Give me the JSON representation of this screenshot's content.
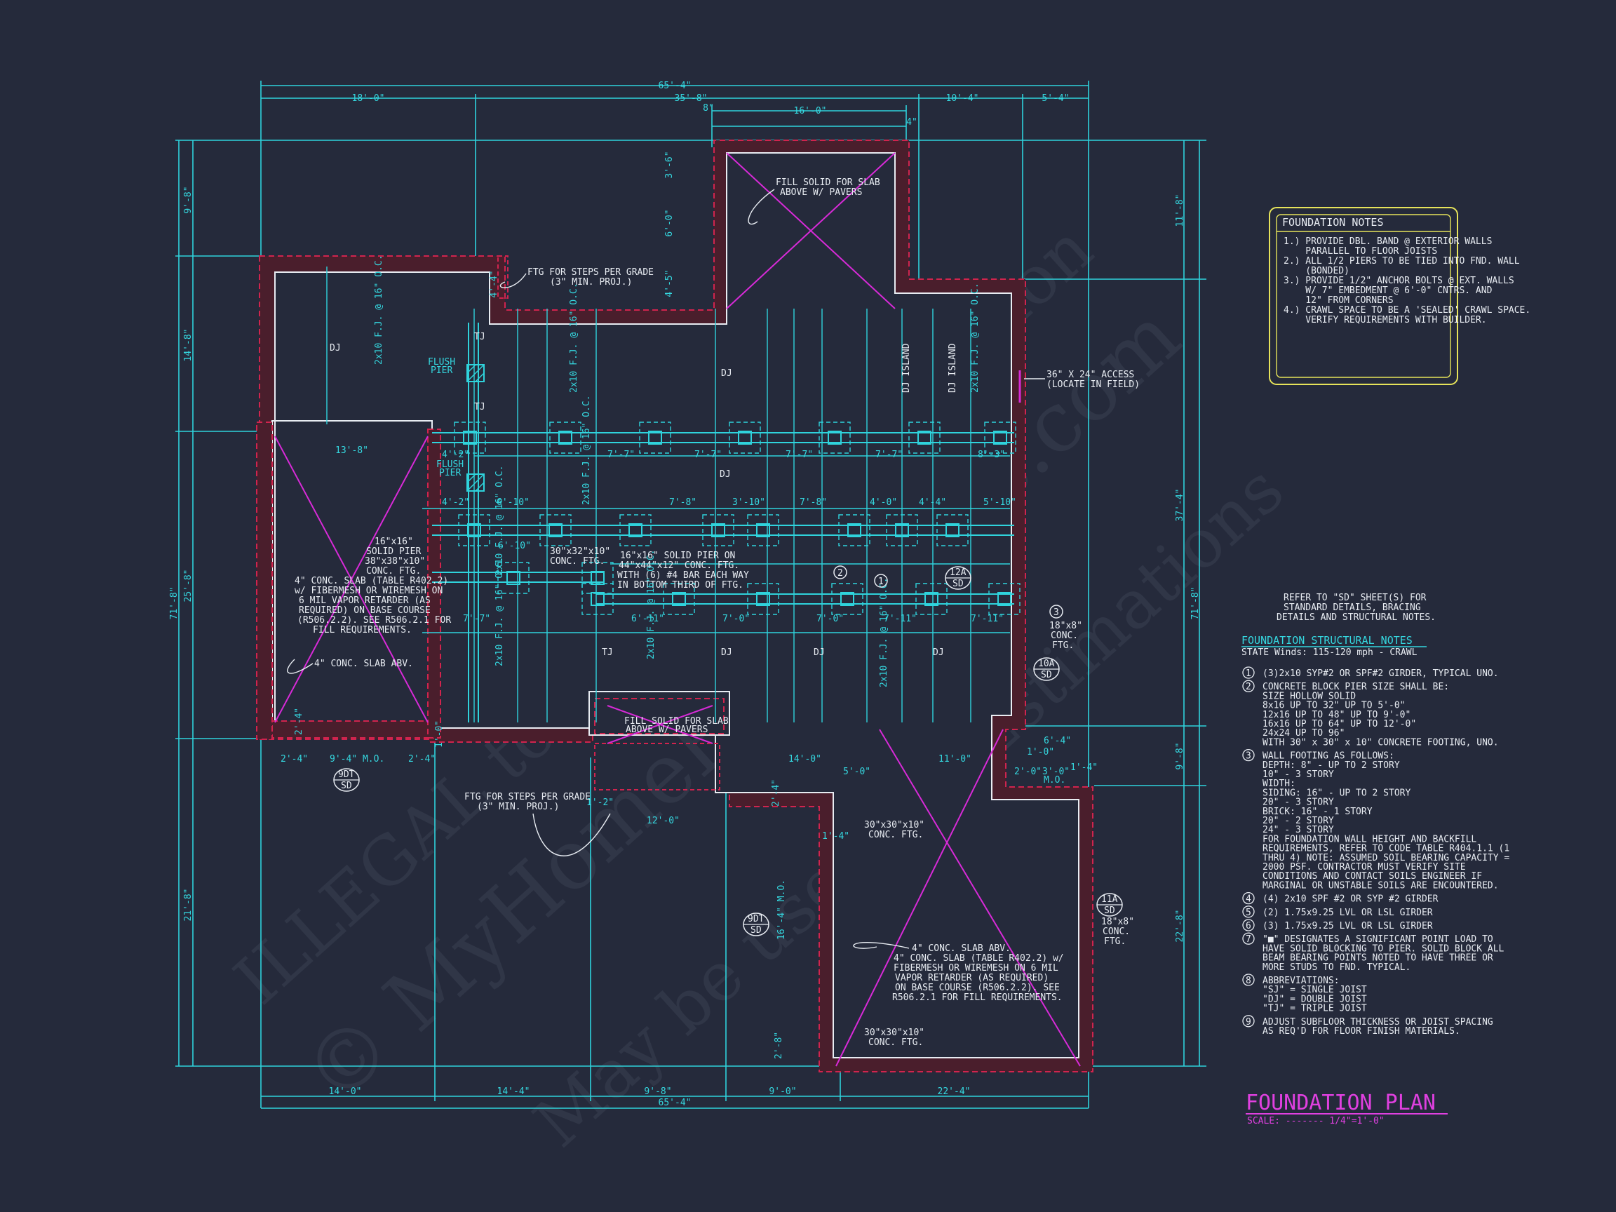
{
  "title": {
    "text": "FOUNDATION PLAN",
    "scale": "SCALE: ------- 1/4\"=1'-0\""
  },
  "watermark": {
    "line1": "© MyHomeFloorPlans.com",
    "line2": "ILLEGAL to use for Construction",
    "line3": "May be used for Estimations"
  },
  "foundation_notes": {
    "heading": "FOUNDATION NOTES",
    "lines": [
      "1.) PROVIDE DBL. BAND @ EXTERIOR WALLS",
      "    PARALLEL TO FLOOR JOISTS",
      "2.) ALL 1/2 PIERS TO BE TIED INTO FND. WALL",
      "    (BONDED)",
      "3.) PROVIDE 1/2\" ANCHOR BOLTS @ EXT. WALLS",
      "    W/ 7\" EMBEDMENT @ 6'-0\" CNTRS. AND",
      "    12\" FROM CORNERS",
      "4.) CRAWL SPACE TO BE A 'SEALED' CRAWL SPACE.",
      "    VERIFY REQUIREMENTS WITH BUILDER."
    ]
  },
  "refer_note": [
    "REFER TO \"SD\" SHEET(S) FOR",
    "STANDARD DETAILS, BRACING",
    "DETAILS AND STRUCTURAL NOTES."
  ],
  "structural_notes": {
    "heading": "FOUNDATION STRUCTURAL NOTES",
    "subheading": "STATE Winds: 115-120 mph - CRAWL",
    "lines": [
      {
        "mk": "1",
        "t": "(3)2x10 SYP#2 OR SPF#2 GIRDER, TYPICAL UNO."
      },
      {
        "mk": "2",
        "t": "CONCRETE BLOCK PIER SIZE SHALL BE:"
      },
      {
        "mk": "",
        "t": "SIZE        HOLLOW        SOLID"
      },
      {
        "mk": "",
        "t": "8x16        UP TO 32\"     UP TO 5'-0\""
      },
      {
        "mk": "",
        "t": "12x16       UP TO 48\"     UP TO 9'-0\""
      },
      {
        "mk": "",
        "t": "16x16       UP TO 64\"     UP TO 12'-0\""
      },
      {
        "mk": "",
        "t": "24x24       UP TO 96\""
      },
      {
        "mk": "",
        "t": "WITH 30\" x 30\" x 10\" CONCRETE FOOTING, UNO."
      },
      {
        "mk": "3",
        "t": "WALL FOOTING AS FOLLOWS:"
      },
      {
        "mk": "",
        "t": "DEPTH:    8\" - UP TO 2 STORY"
      },
      {
        "mk": "",
        "t": "          10\" - 3 STORY"
      },
      {
        "mk": "",
        "t": "WIDTH:"
      },
      {
        "mk": "",
        "t": "SIDING:   16\" - UP TO 2 STORY"
      },
      {
        "mk": "",
        "t": "          20\" - 3 STORY"
      },
      {
        "mk": "",
        "t": "BRICK:    16\" - 1 STORY"
      },
      {
        "mk": "",
        "t": "          20\" - 2 STORY"
      },
      {
        "mk": "",
        "t": "          24\" - 3 STORY"
      },
      {
        "mk": "",
        "t": "FOR FOUNDATION WALL HEIGHT AND BACKFILL"
      },
      {
        "mk": "",
        "t": "REQUIREMENTS, REFER TO CODE TABLE R404.1.1 (1"
      },
      {
        "mk": "",
        "t": "THRU 4) NOTE: ASSUMED SOIL BEARING CAPACITY ="
      },
      {
        "mk": "",
        "t": "2000 PSF. CONTRACTOR MUST VERIFY SITE"
      },
      {
        "mk": "",
        "t": "CONDITIONS AND CONTACT SOILS ENGINEER IF"
      },
      {
        "mk": "",
        "t": "MARGINAL OR UNSTABLE SOILS ARE ENCOUNTERED."
      },
      {
        "mk": "4",
        "t": "(4) 2x10 SPF #2 OR SYP #2 GIRDER"
      },
      {
        "mk": "5",
        "t": "(2) 1.75x9.25 LVL OR LSL GIRDER"
      },
      {
        "mk": "6",
        "t": "(3) 1.75x9.25 LVL OR LSL GIRDER"
      },
      {
        "mk": "7",
        "t": "\"■\" DESIGNATES A SIGNIFICANT POINT LOAD TO"
      },
      {
        "mk": "",
        "t": "HAVE SOLID BLOCKING TO PIER. SOLID BLOCK ALL"
      },
      {
        "mk": "",
        "t": "BEAM BEARING POINTS NOTED TO HAVE THREE OR"
      },
      {
        "mk": "",
        "t": "MORE STUDS TO FND. TYPICAL."
      },
      {
        "mk": "8",
        "t": "ABBREVIATIONS:"
      },
      {
        "mk": "",
        "t": "\"SJ\" = SINGLE JOIST"
      },
      {
        "mk": "",
        "t": "\"DJ\" = DOUBLE JOIST"
      },
      {
        "mk": "",
        "t": "\"TJ\" = TRIPLE JOIST"
      },
      {
        "mk": "9",
        "t": "ADJUST SUBFLOOR THICKNESS OR JOIST SPACING"
      },
      {
        "mk": "",
        "t": "AS REQ'D FOR FLOOR FINISH MATERIALS."
      }
    ]
  },
  "dims": {
    "overall_top": "65'-4\"",
    "top_segments": [
      "18'-0\"",
      "35'-8\"",
      "10'-4\"",
      "5'-4\""
    ],
    "top_inner": [
      "8\"",
      "16'-0\"",
      "4\""
    ],
    "overall_bottom": "65'-4\"",
    "bottom_segments": [
      "14'-0\"",
      "14'-4\"",
      "9'-8\"",
      "9'-0\"",
      "22'-4\""
    ],
    "left_overall": "71'-8\"",
    "left_segments": [
      "9'-8\"",
      "14'-8\"",
      "25'-8\"",
      "21'-8\""
    ],
    "right_overall": "71'-8\"",
    "right_segments": [
      "11'-8\"",
      "37'-4\"",
      "9'-8\"",
      "22'-8\""
    ],
    "front_porch": [
      "3'-6\"",
      "6'-0\"",
      "4'-5\""
    ],
    "misc": [
      "4'-4\"",
      "2'-4\"",
      "13'-8\"",
      "9'-4\" M.O.",
      "2'-4\"",
      "1'-0\"",
      "2'-4\"",
      "12'-0\"",
      "1'-2\"",
      "14'-0\"",
      "11'-0\"",
      "5'-0\"",
      "2'-0\"",
      "3'-0\"",
      "1'-4\"",
      "6'-4\"",
      "1'-0\"",
      "M.O.",
      "16'-4\" M.O.",
      "2'-8\"",
      "1'-4\"",
      "2'-4\""
    ],
    "beam_spans": [
      "4'-2\"",
      "6'-10\"",
      "6'-10\"",
      "3'-10\"",
      "7'-8\"",
      "4'-0\"",
      "4'-4\"",
      "5'-10\"",
      "7'-7\"",
      "7'-7\"",
      "7'-7\"",
      "7'-7\"",
      "8'-3\"",
      "7'-7\"",
      "6'-11\"",
      "7'-0\"",
      "7'-0\"",
      "7'-11\"",
      "7'-11\"",
      "7'-8\"",
      "4'-2\""
    ]
  },
  "labels": {
    "steps_top": [
      "FTG FOR STEPS PER GRADE",
      "(3\" MIN. PROJ.)"
    ],
    "steps_bottom": [
      "FTG FOR STEPS PER GRADE",
      "(3\" MIN. PROJ.)"
    ],
    "fill_porch_top": [
      "FILL SOLID FOR SLAB",
      "ABOVE W/ PAVERS"
    ],
    "fill_porch_front": [
      "FILL SOLID FOR SLAB",
      "ABOVE W/ PAVERS"
    ],
    "flush_pier_1": [
      "FLUSH",
      "PIER"
    ],
    "flush_pier_2": [
      "FLUSH",
      "PIER"
    ],
    "access": [
      "36\" X 24\" ACCESS",
      "(LOCATE IN FIELD)"
    ],
    "solid_pier_left": [
      "16\"x16\"",
      "SOLID PIER",
      "38\"x38\"x10\"",
      "CONC. FTG."
    ],
    "garage_slab_left": [
      "4\" CONC. SLAB (TABLE R402.2)",
      "w/ FIBERMESH OR WIREMESH ON",
      "6 MIL VAPOR RETARDER (AS",
      "REQUIRED) ON BASE COURSE",
      "(R506.2.2). SEE R506.2.1 FOR",
      "FILL REQUIREMENTS."
    ],
    "slab_abv_left": "4\" CONC. SLAB ABV.",
    "conc_ftg_30x32": [
      "30\"x32\"x10\"",
      "CONC. FTG."
    ],
    "solid_pier_center": [
      "16\"x16\" SOLID PIER ON",
      "44\"x44\"x12\" CONC. FTG.",
      "WITH (6) #4 BAR EACH WAY",
      "IN BOTTOM THIRD OF FTG."
    ],
    "conc_ftg_18x8_a": [
      "18\"x8\"",
      "CONC.",
      "FTG."
    ],
    "conc_ftg_18x8_b": [
      "18\"x8\"",
      "CONC.",
      "FTG."
    ],
    "conc_ftg_30x30_a": [
      "30\"x30\"x10\"",
      "CONC. FTG."
    ],
    "conc_ftg_30x30_b": [
      "30\"x30\"x10\"",
      "CONC. FTG."
    ],
    "garage_slab_right": [
      "4\" CONC. SLAB ABV.",
      "4\" CONC. SLAB (TABLE R402.2) w/",
      "FIBERMESH OR WIREMESH ON 6 MIL",
      "VAPOR RETARDER (AS REQUIRED)",
      "ON BASE COURSE (R506.2.2). SEE",
      "R506.2.1 FOR FILL REQUIREMENTS."
    ],
    "joists": [
      "2x10 F.J. @ 16\" O.C.",
      "DJ",
      "TJ",
      "DJ ISLAND"
    ],
    "tags": [
      "1",
      "2",
      "3",
      "12A",
      "SD",
      "10A",
      "SD",
      "11A",
      "SD",
      "9DT",
      "SD",
      "9DT",
      "SD"
    ]
  },
  "colors": {
    "background": "#252a3b",
    "lines": "#2fd3dc",
    "walls": "#e8ecf2",
    "footing": "#d0244e",
    "slab_x": "#d82ad8",
    "notes_box": "#e6e35a",
    "title": "#e040e0"
  }
}
